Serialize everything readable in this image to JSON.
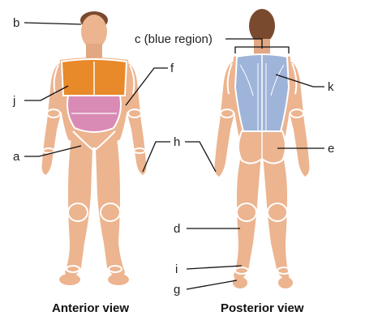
{
  "labels": {
    "a": "a",
    "b": "b",
    "c": "c (blue region)",
    "d": "d",
    "e": "e",
    "f": "f",
    "g": "g",
    "h": "h",
    "i": "i",
    "j": "j",
    "k": "k"
  },
  "views": {
    "anterior": "Anterior view",
    "posterior": "Posterior view"
  },
  "colors": {
    "skin": "#ecb48f",
    "skin_shadow": "#d99c76",
    "hair": "#7a4a2e",
    "thorax_orange": "#e8892a",
    "abdomen_pink": "#d98bb5",
    "back_blue": "#9fb4d9",
    "region_line": "#ffffff",
    "leader_line": "#111111"
  }
}
